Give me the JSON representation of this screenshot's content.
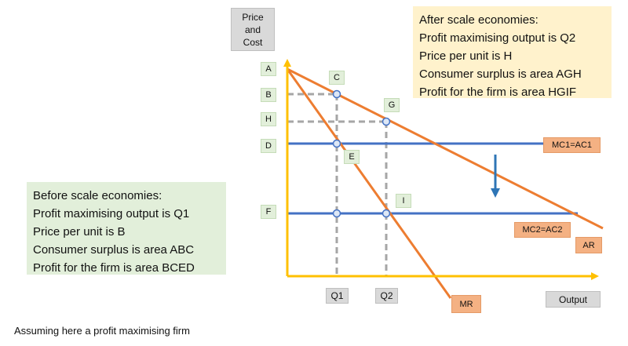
{
  "axes": {
    "y_label": "Price\nand\nCost",
    "x_label": "Output"
  },
  "price_labels": [
    "A",
    "B",
    "H",
    "D",
    "F"
  ],
  "point_labels": [
    "C",
    "G",
    "E",
    "I"
  ],
  "quantity_labels": [
    "Q1",
    "Q2"
  ],
  "curve_labels": {
    "mc1": "MC1=AC1",
    "mc2": "MC2=AC2",
    "ar": "AR",
    "mr": "MR"
  },
  "after_box": {
    "lines": [
      "After scale economies:",
      "Profit maximising output is Q2",
      "Price per unit is H",
      "Consumer surplus is area AGH",
      "Profit for the firm is area HGIF"
    ]
  },
  "before_box": {
    "lines": [
      "Before scale economies:",
      "Profit maximising output is Q1",
      "Price per unit is B",
      "Consumer surplus is area ABC",
      "Profit for the firm is area BCED"
    ]
  },
  "footnote": "Assuming here a profit maximising firm",
  "colors": {
    "axis": "#ffc000",
    "demand_curves": "#ed7d31",
    "cost_lines": "#4472c4",
    "guides": "#a6a6a6",
    "arrow": "#2e75b6"
  }
}
